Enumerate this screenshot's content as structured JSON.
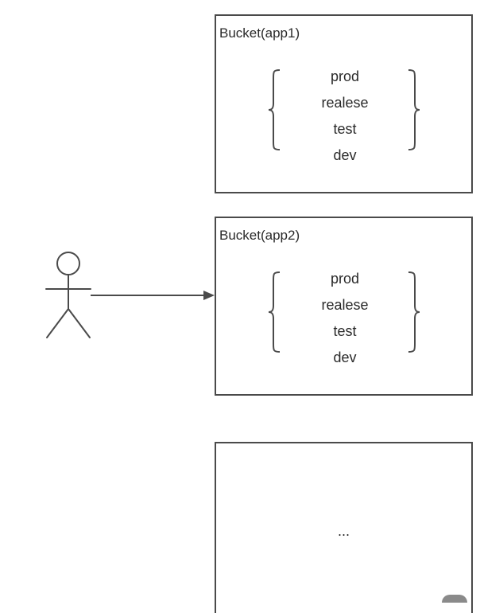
{
  "buckets": [
    {
      "title": "Bucket(app1)",
      "environments": [
        "prod",
        "realese",
        "test",
        "dev"
      ]
    },
    {
      "title": "Bucket(app2)",
      "environments": [
        "prod",
        "realese",
        "test",
        "dev"
      ]
    },
    {
      "title": "",
      "placeholder": "..."
    }
  ],
  "colors": {
    "stroke": "#4a4a4a",
    "text": "#2a2a2a",
    "background": "#ffffff"
  },
  "icons": {
    "actor": "stick-figure-icon",
    "arrow": "arrow-right-icon",
    "brace": "curly-brace-icon"
  }
}
